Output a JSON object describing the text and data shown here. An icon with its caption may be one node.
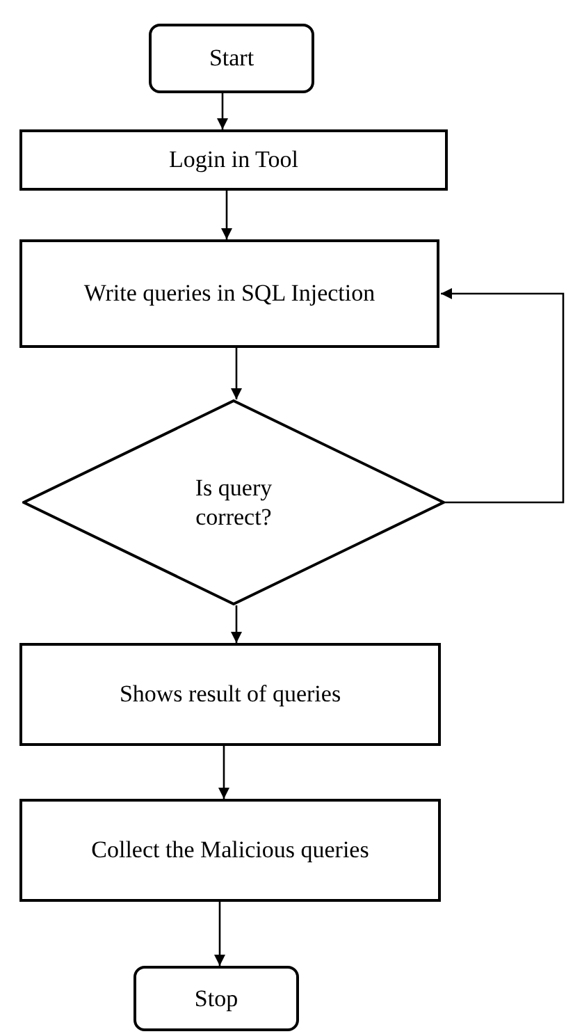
{
  "diagram": {
    "nodes": [
      {
        "text": [
          "Start"
        ]
      },
      {
        "text": [
          "Login in Tool"
        ]
      },
      {
        "text": [
          "Write queries in SQL Injection"
        ]
      },
      {
        "text": [
          "Is query correct?"
        ]
      },
      {
        "text": [
          "Shows result of queries"
        ]
      },
      {
        "text": [
          "Collect the Malicious queries"
        ]
      },
      {
        "text": [
          "Stop"
        ]
      }
    ],
    "edges": [
      {
        "from": 0,
        "to": 1,
        "arrow": "to"
      },
      {
        "from": 1,
        "to": 2,
        "arrow": "to"
      },
      {
        "from": 2,
        "to": 3,
        "arrow": "to"
      },
      {
        "from": 3,
        "to": 4,
        "arrow": "to"
      },
      {
        "from": 4,
        "to": 5,
        "arrow": "to"
      },
      {
        "from": 5,
        "to": 6,
        "arrow": "to"
      },
      {
        "from": 3,
        "to": 2,
        "arrow": "to"
      }
    ]
  }
}
